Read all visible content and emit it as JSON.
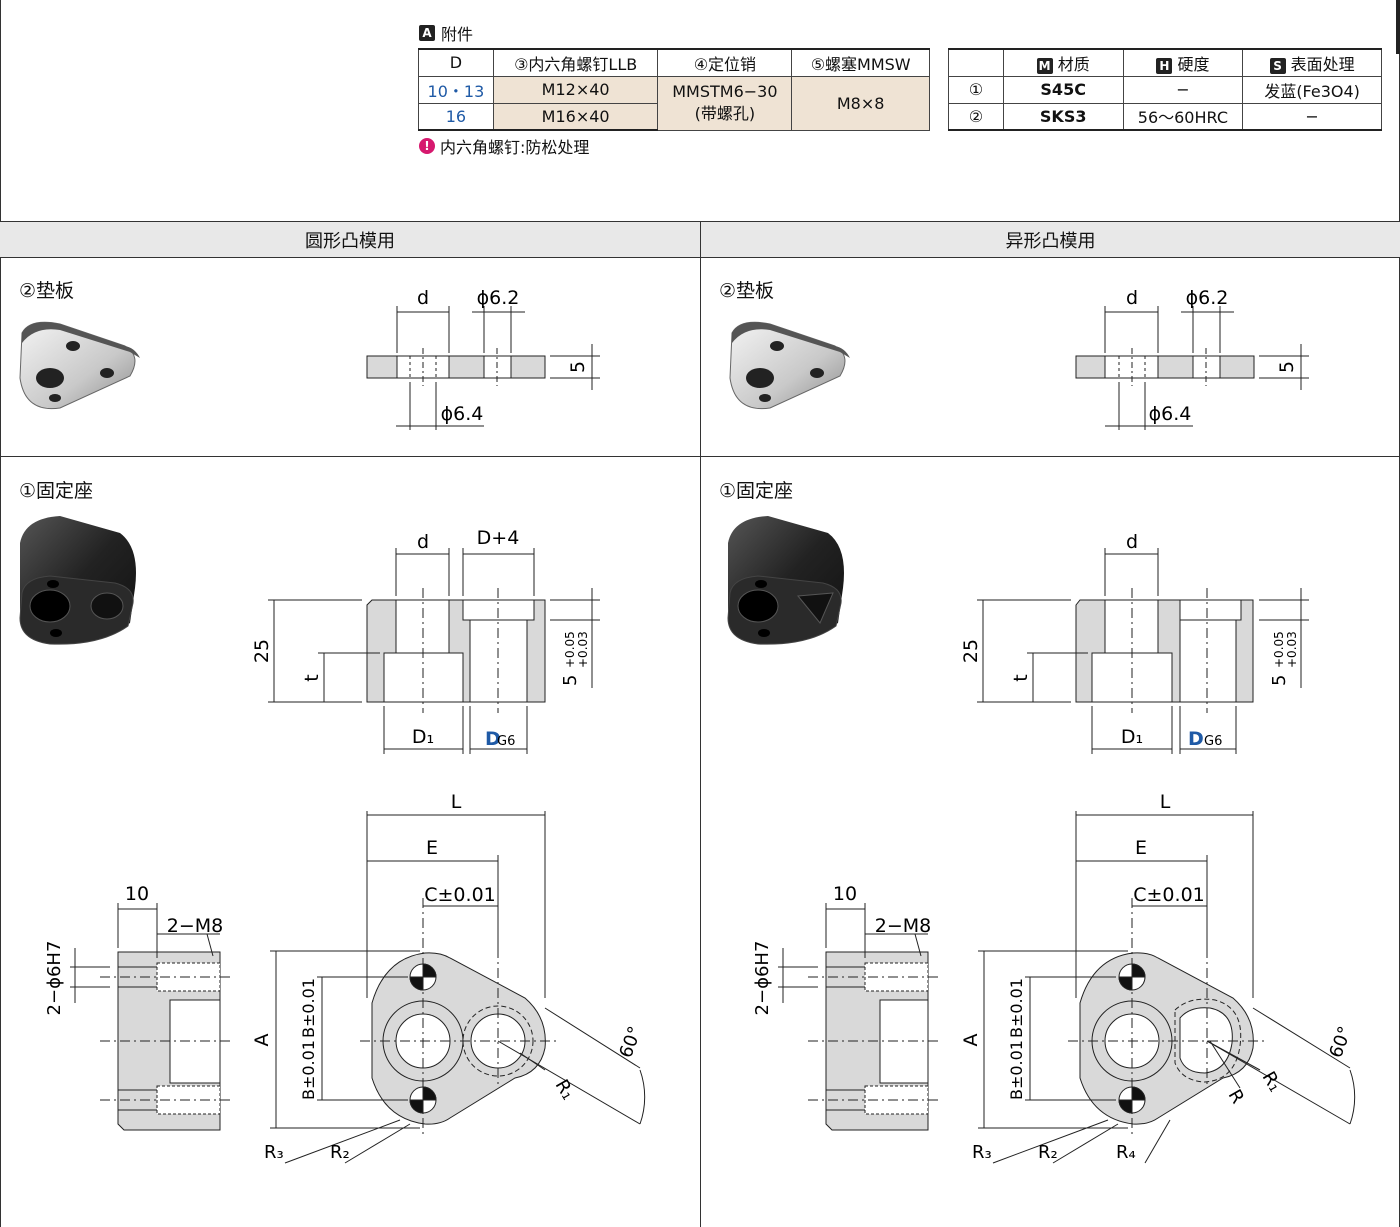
{
  "accessory": {
    "badge": "A",
    "title": "附件",
    "headers": [
      "D",
      "③内六角螺钉LLB",
      "④定位销",
      "⑤螺塞MMSW"
    ],
    "rows": [
      {
        "d": "10・13",
        "screw": "M12×40"
      },
      {
        "d": "16",
        "screw": "M16×40"
      }
    ],
    "pin": "MMSTM6−30",
    "pin_note": "(带螺孔)",
    "plug": "M8×8",
    "note_icon": "!",
    "note": "内六角螺钉:防松处理"
  },
  "material": {
    "headers": [
      {
        "badge": "M",
        "label": "材质"
      },
      {
        "badge": "H",
        "label": "硬度"
      },
      {
        "badge": "S",
        "label": "表面处理"
      }
    ],
    "rows": [
      {
        "no": "①",
        "material": "S45C",
        "hardness": "−",
        "surface": "发蓝(Fe3O4)"
      },
      {
        "no": "②",
        "material": "SKS3",
        "hardness": "56〜60HRC",
        "surface": "−"
      }
    ]
  },
  "sections": {
    "left_title": "圆形凸模用",
    "right_title": "异形凸模用"
  },
  "panels": {
    "shim_title": "②垫板",
    "base_title": "①固定座"
  },
  "dims": {
    "d": "d",
    "phi62": "ϕ6.2",
    "phi64": "ϕ6.4",
    "five": "5",
    "d_plus4": "D+4",
    "twentyfive": "25",
    "t": "t",
    "d1": "D₁",
    "dg6": "D",
    "g6": "G6",
    "tol_plus": "+0.05",
    "tol_minus": "+0.03",
    "L": "L",
    "E": "E",
    "C": "C±0.01",
    "A": "A",
    "B": "B±0.01",
    "ten": "10",
    "m8": "2−M8",
    "phi6h7": "2−ϕ6H7",
    "deg60": "60°",
    "R1": "R₁",
    "R2": "R₂",
    "R3": "R₃",
    "R4": "R₄",
    "R": "R"
  },
  "colors": {
    "accent_blue": "#1f5aa6",
    "table_beige": "#efe3d4",
    "section_bar": "#e8e8e8",
    "part_fill": "#d9d9d9",
    "warn_pink": "#d6186e"
  }
}
